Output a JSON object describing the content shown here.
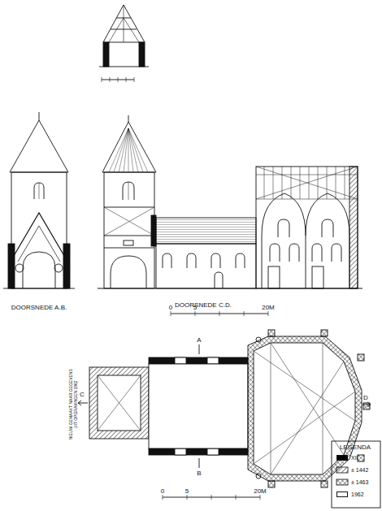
{
  "diagram": {
    "labels": [
      "DOORSNEDE A.B.",
      "DOORSNEDE C.D.",
      "0",
      "5",
      "20M",
      "0",
      "5",
      "20M",
      "C",
      "D",
      "A",
      "B",
      "NIEUW GEMAAKT NAAR GEGEVENS UIT OPGRAVINGEN 1962",
      "LEGENDA"
    ],
    "legend": [
      {
        "text": "XII",
        "color": "#000000"
      },
      {
        "text": "± 1442"
      },
      {
        "text": "± 1463"
      },
      {
        "text": "1962",
        "color": "#ffffff"
      }
    ]
  }
}
